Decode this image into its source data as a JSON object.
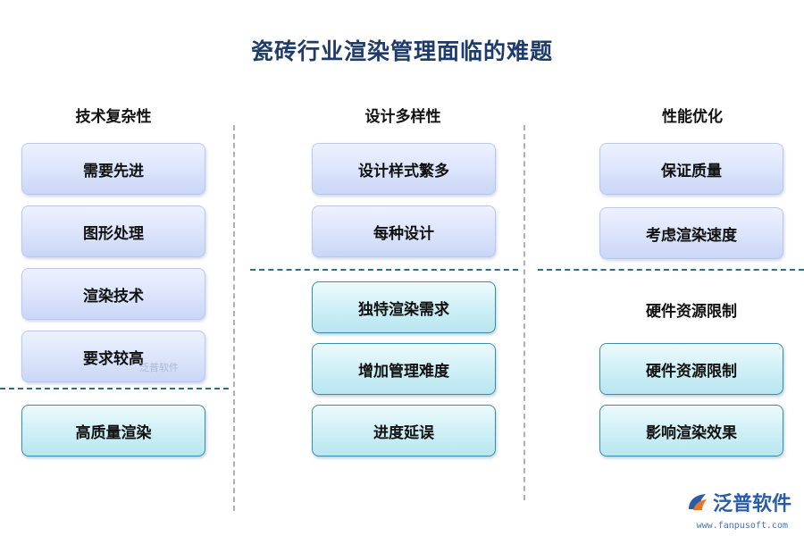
{
  "title": "瓷砖行业渲染管理面临的难题",
  "columns": [
    {
      "header": "技术复杂性",
      "top_boxes": [
        "需要先进",
        "图形处理",
        "渲染技术",
        "要求较高"
      ],
      "bottom_boxes": [
        "高质量渲染"
      ]
    },
    {
      "header": "设计多样性",
      "top_boxes": [
        "设计样式繁多",
        "每种设计"
      ],
      "bottom_boxes": [
        "独特渲染需求",
        "增加管理难度",
        "进度延误"
      ]
    },
    {
      "header": "性能优化",
      "top_boxes": [
        "保证质量",
        "考虑渲染速度"
      ],
      "sub_header": "硬件资源限制",
      "bottom_boxes": [
        "硬件资源限制",
        "影响渲染效果"
      ]
    }
  ],
  "watermark_small": "泛普软件",
  "logo": {
    "name": "泛普软件",
    "url": "www.fanpusoft.com"
  }
}
